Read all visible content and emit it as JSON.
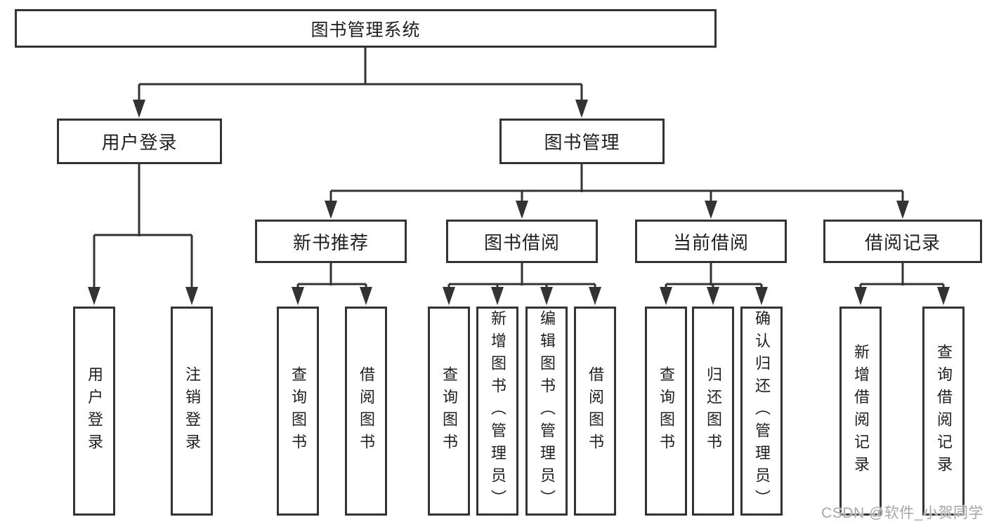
{
  "tree": {
    "root": {
      "label": "图书管理系统"
    },
    "branches": [
      {
        "label": "用户登录",
        "children": [
          {
            "label": "用户登录"
          },
          {
            "label": "注销登录"
          }
        ]
      },
      {
        "label": "图书管理",
        "children": [
          {
            "label": "新书推荐",
            "children": [
              {
                "label": "查询图书"
              },
              {
                "label": "借阅图书"
              }
            ]
          },
          {
            "label": "图书借阅",
            "children": [
              {
                "label": "查询图书"
              },
              {
                "label": "新增图书（管理员）"
              },
              {
                "label": "编辑图书（管理员）"
              },
              {
                "label": "借阅图书"
              }
            ]
          },
          {
            "label": "当前借阅",
            "children": [
              {
                "label": "查询图书"
              },
              {
                "label": "归还图书"
              },
              {
                "label": "确认归还（管理员）"
              }
            ]
          },
          {
            "label": "借阅记录",
            "children": [
              {
                "label": "新增借阅记录"
              },
              {
                "label": "查询借阅记录"
              }
            ]
          }
        ]
      }
    ]
  },
  "watermark": {
    "text": "CSDN @软件_小贺同学"
  },
  "colors": {
    "line": "#333333",
    "box_border": "#333333",
    "box_background": "#ffffff",
    "text": "#1f1f1f",
    "watermark": "#a6a6a6",
    "background": "#ffffff"
  }
}
